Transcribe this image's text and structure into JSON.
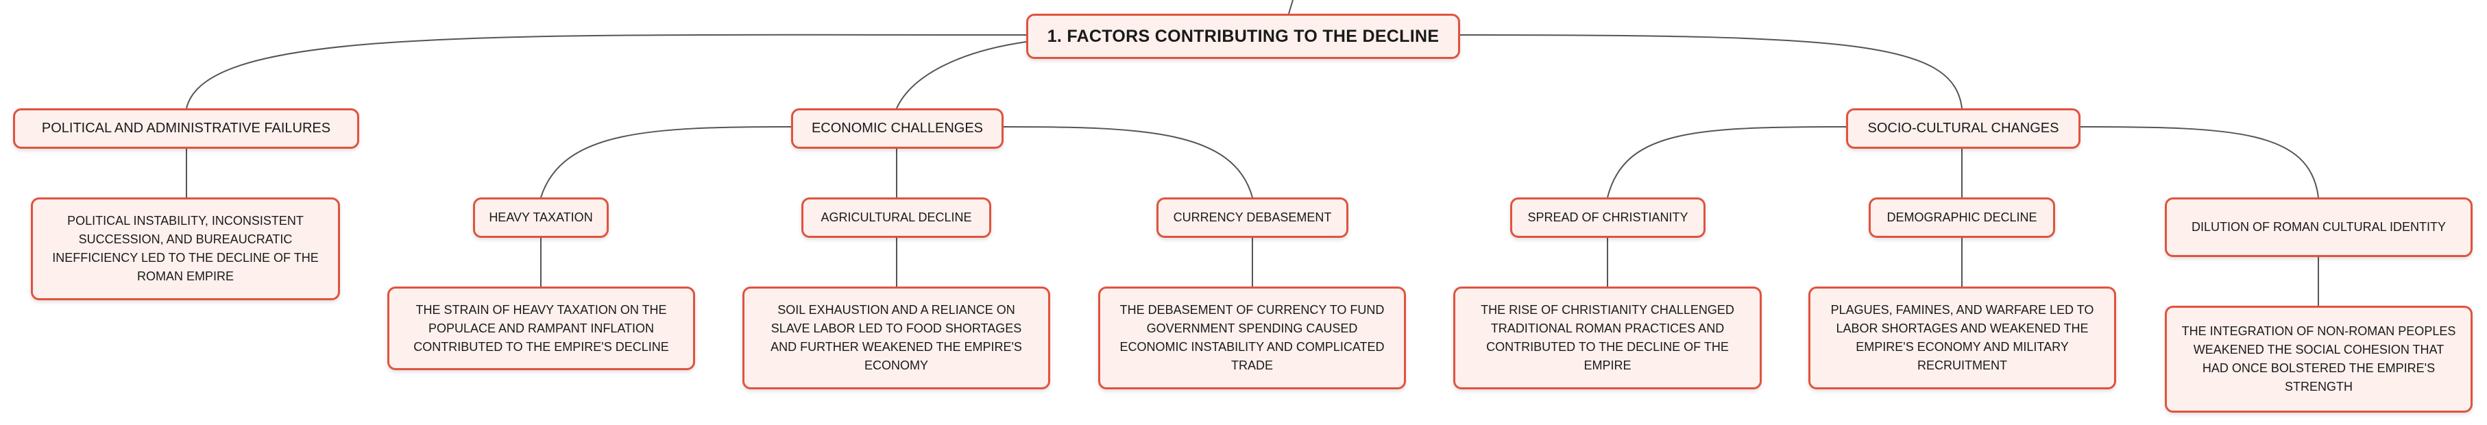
{
  "colors": {
    "node_border": "#e0533f",
    "node_fill": "#fdf0ed",
    "connector": "#555555",
    "text": "#1a1a1a"
  },
  "mindmap": {
    "root": {
      "label": "1. FACTORS CONTRIBUTING TO THE DECLINE"
    },
    "branches": [
      {
        "label": "POLITICAL AND ADMINISTRATIVE FAILURES",
        "description": "POLITICAL INSTABILITY, INCONSISTENT SUCCESSION, AND BUREAUCRATIC INEFFICIENCY LED TO THE DECLINE OF THE ROMAN EMPIRE"
      },
      {
        "label": "ECONOMIC CHALLENGES",
        "children": [
          {
            "label": "HEAVY TAXATION",
            "description": "THE STRAIN OF HEAVY TAXATION ON THE POPULACE AND RAMPANT INFLATION CONTRIBUTED TO THE EMPIRE'S DECLINE"
          },
          {
            "label": "AGRICULTURAL DECLINE",
            "description": "SOIL EXHAUSTION AND A RELIANCE ON SLAVE LABOR LED TO FOOD SHORTAGES AND FURTHER WEAKENED THE EMPIRE'S ECONOMY"
          },
          {
            "label": "CURRENCY DEBASEMENT",
            "description": "THE DEBASEMENT OF CURRENCY TO FUND GOVERNMENT SPENDING CAUSED ECONOMIC INSTABILITY AND COMPLICATED TRADE"
          }
        ]
      },
      {
        "label": "SOCIO-CULTURAL CHANGES",
        "children": [
          {
            "label": "SPREAD OF CHRISTIANITY",
            "description": "THE RISE OF CHRISTIANITY CHALLENGED TRADITIONAL ROMAN PRACTICES AND CONTRIBUTED TO THE DECLINE OF THE EMPIRE"
          },
          {
            "label": "DEMOGRAPHIC DECLINE",
            "description": "PLAGUES, FAMINES, AND WARFARE LED TO LABOR SHORTAGES AND WEAKENED THE EMPIRE'S ECONOMY AND MILITARY RECRUITMENT"
          },
          {
            "label": "DILUTION OF ROMAN CULTURAL IDENTITY",
            "description": "THE INTEGRATION OF NON-ROMAN PEOPLES WEAKENED THE SOCIAL COHESION THAT HAD ONCE BOLSTERED THE EMPIRE'S STRENGTH"
          }
        ]
      }
    ]
  }
}
